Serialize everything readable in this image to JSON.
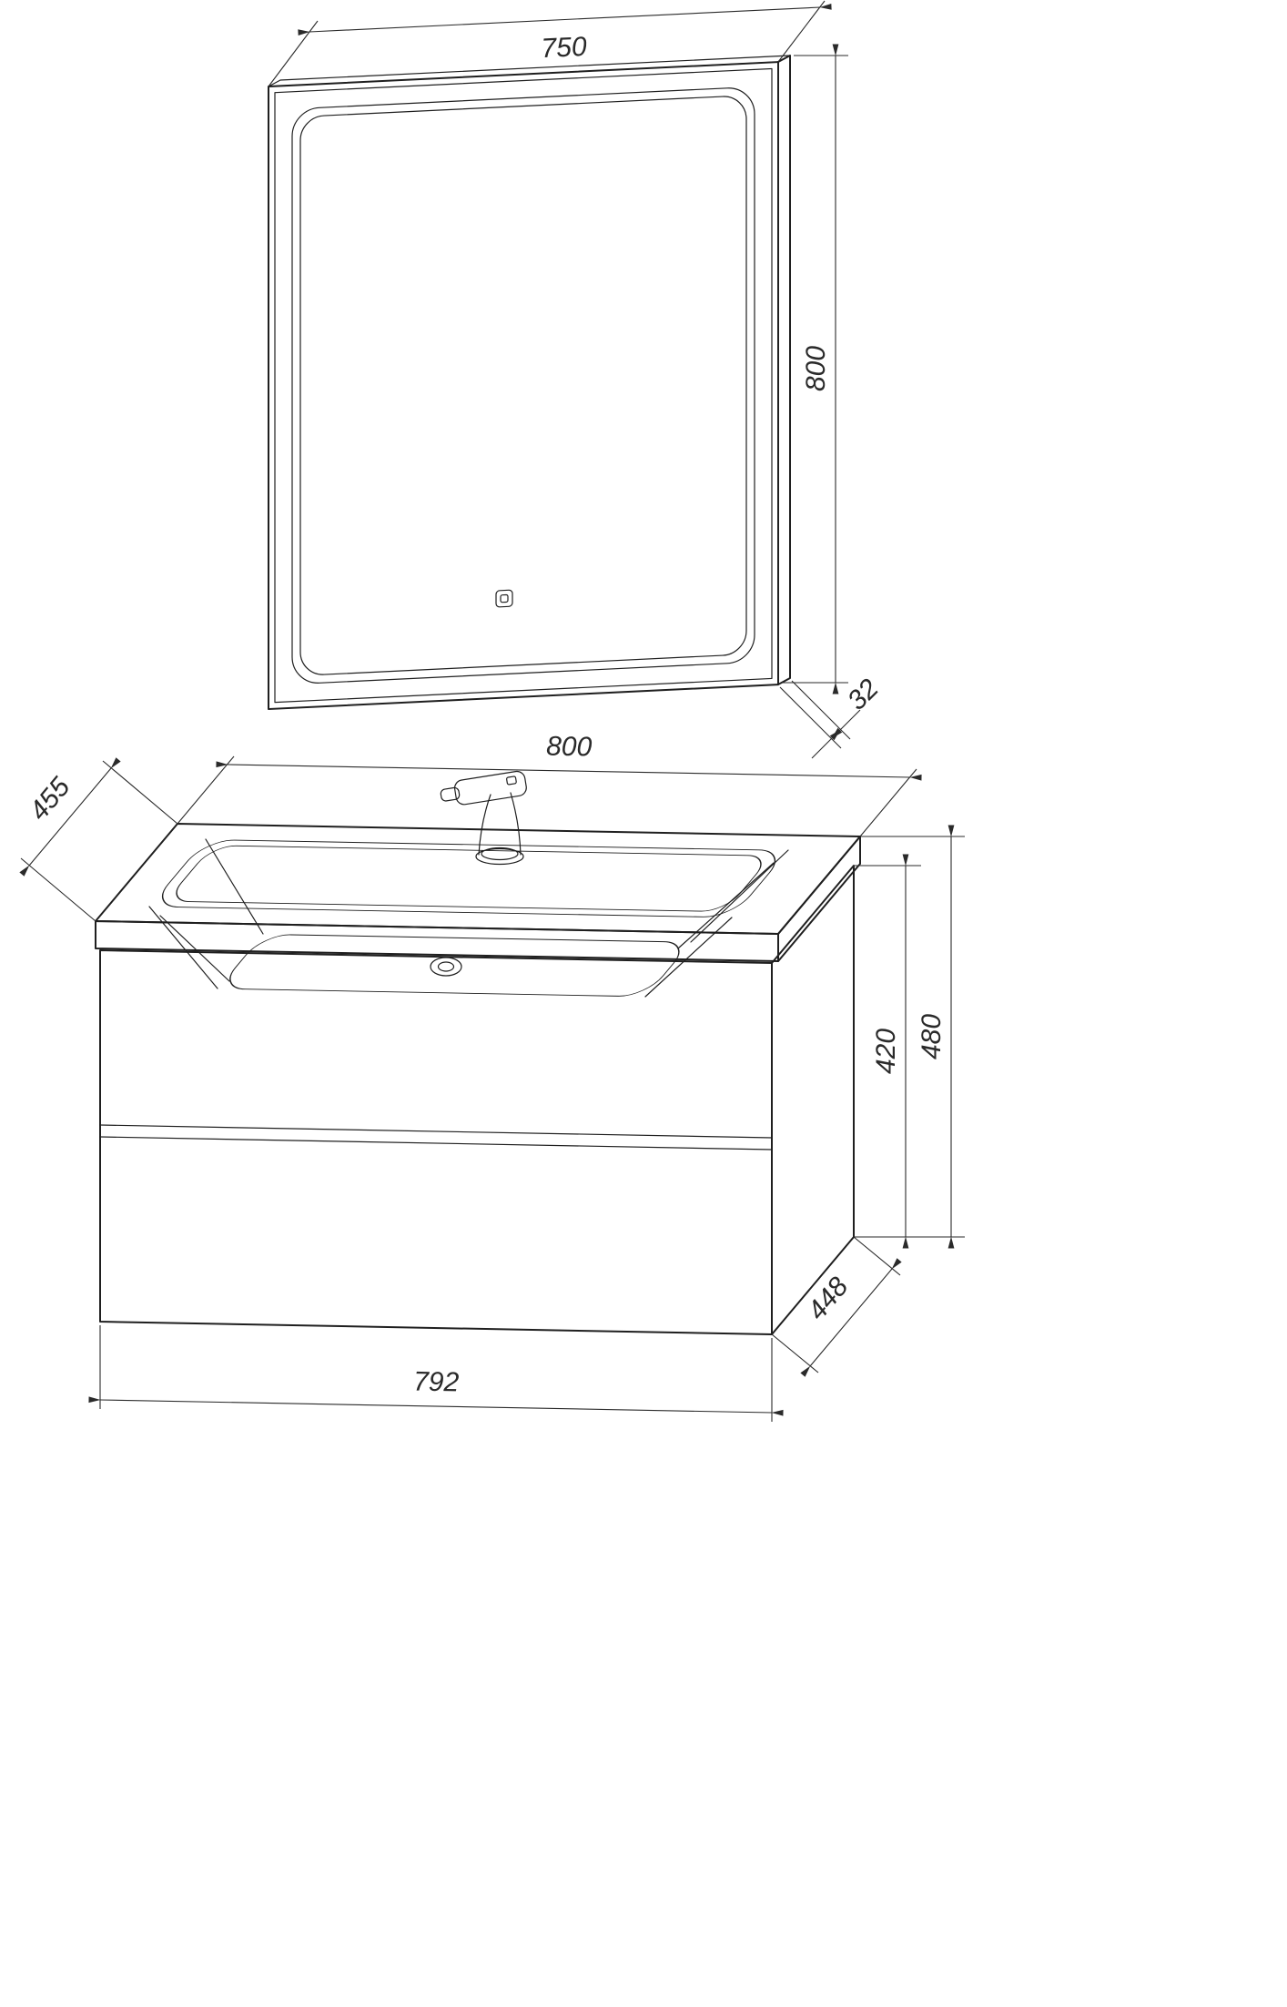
{
  "drawing": {
    "kind": "technical-dimension-drawing",
    "colors": {
      "line": "#1f1f1f",
      "dimension": "#2a2a2a",
      "background": "#ffffff"
    }
  },
  "labels": {
    "mirror_width": "750",
    "mirror_height": "800",
    "mirror_depth": "32",
    "vanity_top_width": "800",
    "vanity_top_depth": "455",
    "total_height": "480",
    "cabinet_height": "420",
    "cabinet_width": "792",
    "cabinet_depth": "448"
  }
}
